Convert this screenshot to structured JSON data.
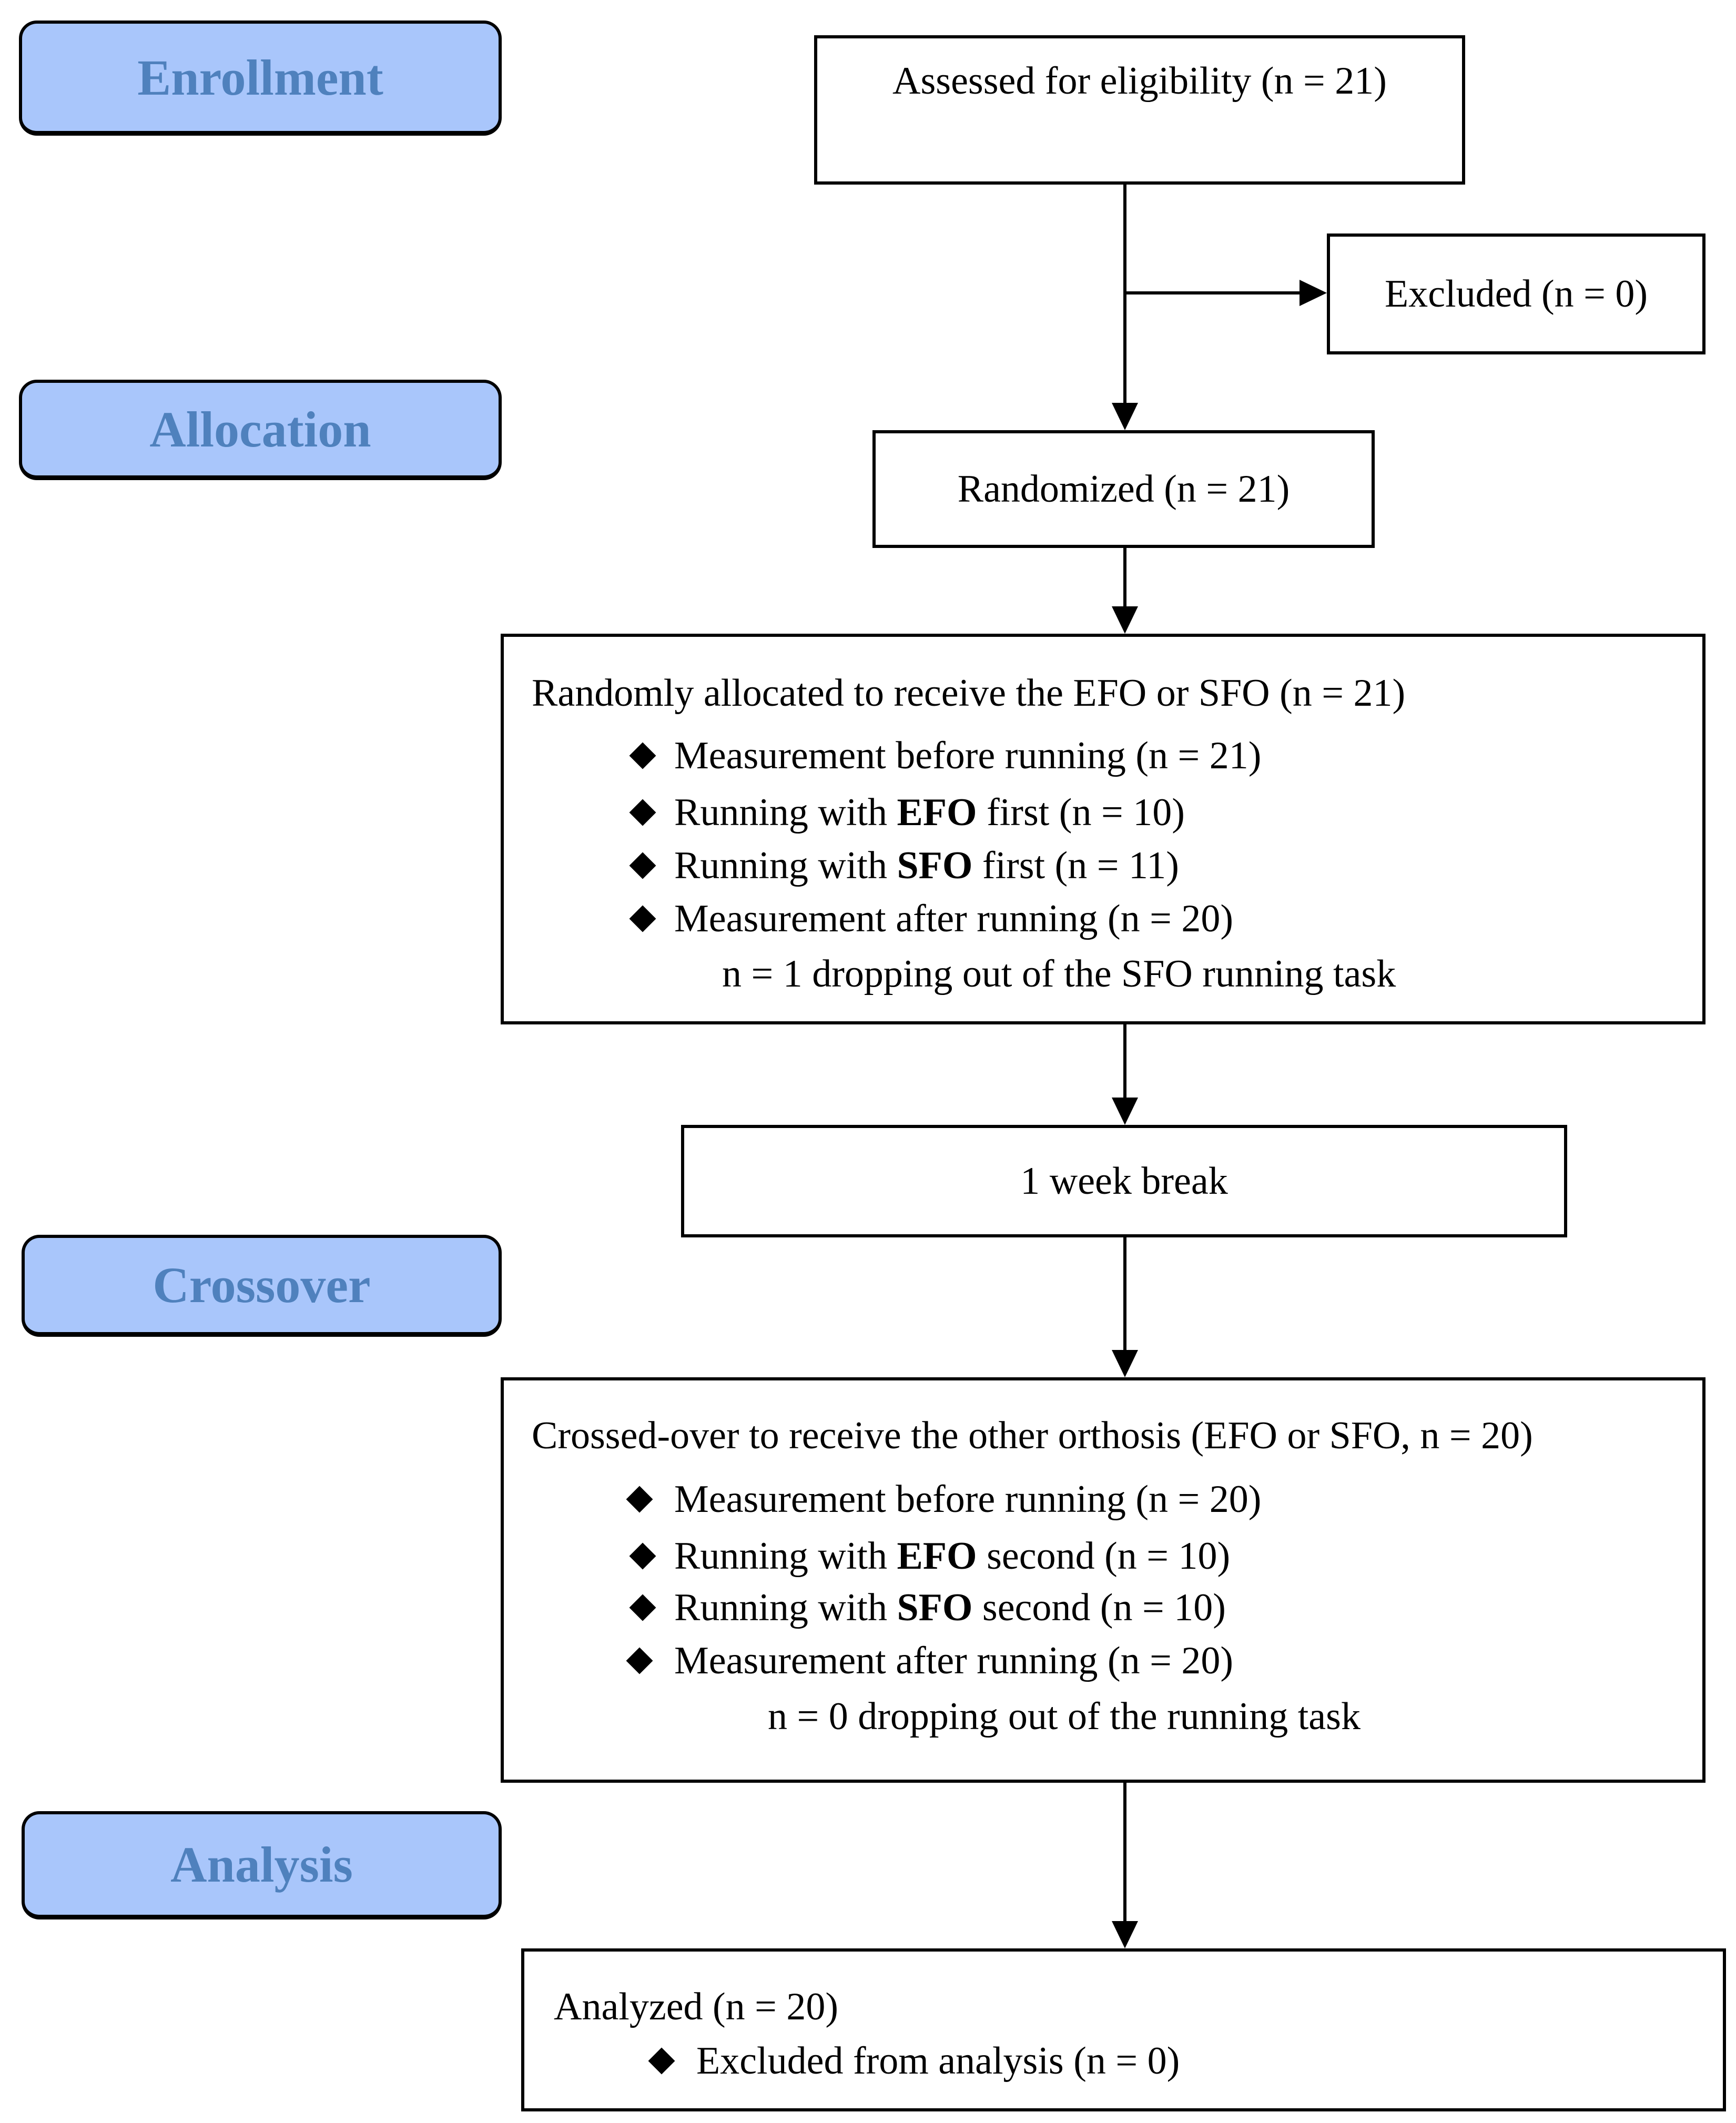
{
  "stages": {
    "enrollment": "Enrollment",
    "allocation": "Allocation",
    "crossover": "Crossover",
    "analysis": "Analysis"
  },
  "colors": {
    "stage_fill": "#a9c6fb",
    "stage_text": "#4f81bd",
    "border": "#000000"
  },
  "assessed": "Assessed  for eligibility (n = 21)",
  "excluded": "Excluded  (n = 0)",
  "randomized": "Randomized (n = 21)",
  "allocated": {
    "heading": "Randomly allocated to receive the EFO or SFO (n = 21)",
    "items": [
      {
        "pre": "Measurement  before running (n = 21)",
        "bold": "",
        "post": ""
      },
      {
        "pre": "Running with ",
        "bold": "EFO",
        "post": " first (n = 10)"
      },
      {
        "pre": "Running with ",
        "bold": "SFO",
        "post": " first  (n = 11)"
      },
      {
        "pre": "Measurement  after running  (n = 20)",
        "bold": "",
        "post": ""
      }
    ],
    "note": "n = 1 dropping  out of the SFO running task"
  },
  "break": "1 week break",
  "crossed": {
    "heading": "Crossed-over to receive the other orthosis (EFO or SFO, n = 20)",
    "items": [
      {
        "pre": "Measurement  before running  (n = 20)",
        "bold": "",
        "post": ""
      },
      {
        "pre": "Running with ",
        "bold": "EFO",
        "post": " second  (n = 10)"
      },
      {
        "pre": "Running with ",
        "bold": "SFO",
        "post": " second  (n = 10)"
      },
      {
        "pre": "Measurement  after running  (n = 20)",
        "bold": "",
        "post": ""
      }
    ],
    "note": "n = 0 dropping  out of the running task"
  },
  "analyzed": {
    "heading": "Analyzed  (n = 20)",
    "item": "Excluded from analysis  (n = 0)"
  }
}
